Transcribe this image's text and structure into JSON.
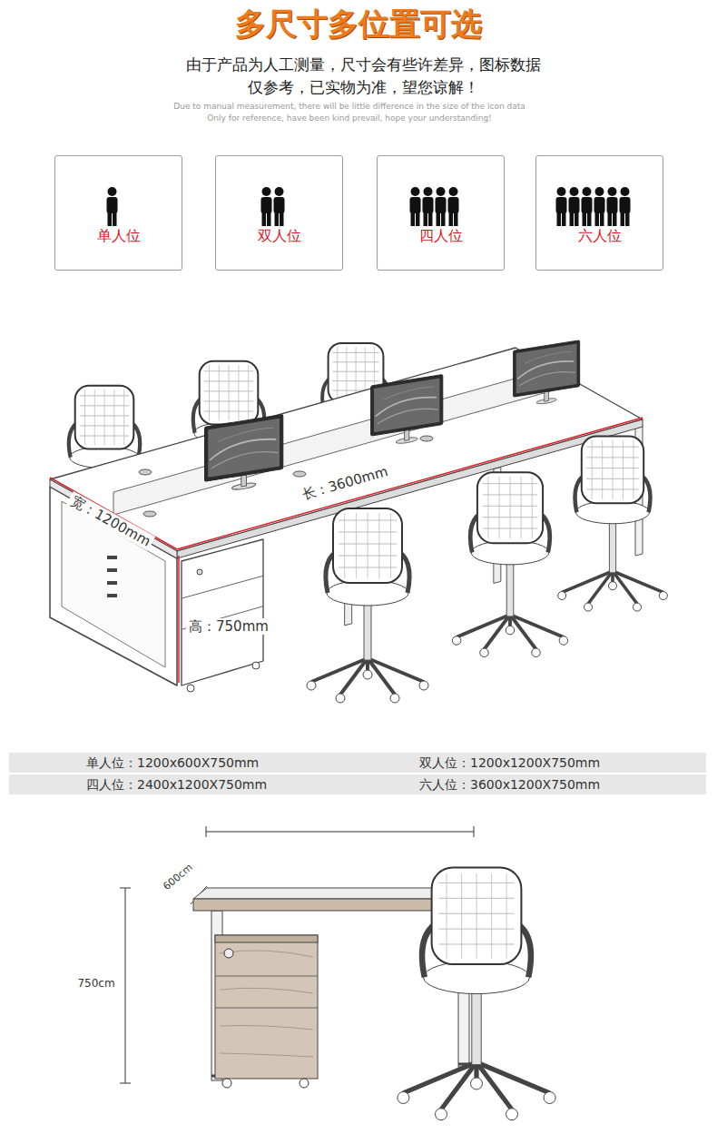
{
  "diagram": {
    "title": "多尺寸多位置可选",
    "nodes": [
      {
        "text": [
          "单人位"
        ]
      },
      {
        "text": [
          "双人位"
        ]
      },
      {
        "text": [
          "四人位"
        ]
      },
      {
        "text": [
          "六人位"
        ]
      }
    ],
    "labels": [
      "由于产品为人工测量，尺寸会有些许差异，图标数据",
      "仅参考，已实物为准，望您谅解！",
      "Due to manual measurement, there will be little difference in the size of the icon data",
      "Only for reference, have been kind prevail, hope your understanding!",
      "长：3600mm",
      "宽：1200mm",
      "高：750mm",
      "单人位：1200x600X750mm",
      "双人位：1200x1200X750mm",
      "四人位：2400x1200X750mm",
      "六人位：3600x1200X750mm",
      "600cm",
      "750cm"
    ]
  }
}
